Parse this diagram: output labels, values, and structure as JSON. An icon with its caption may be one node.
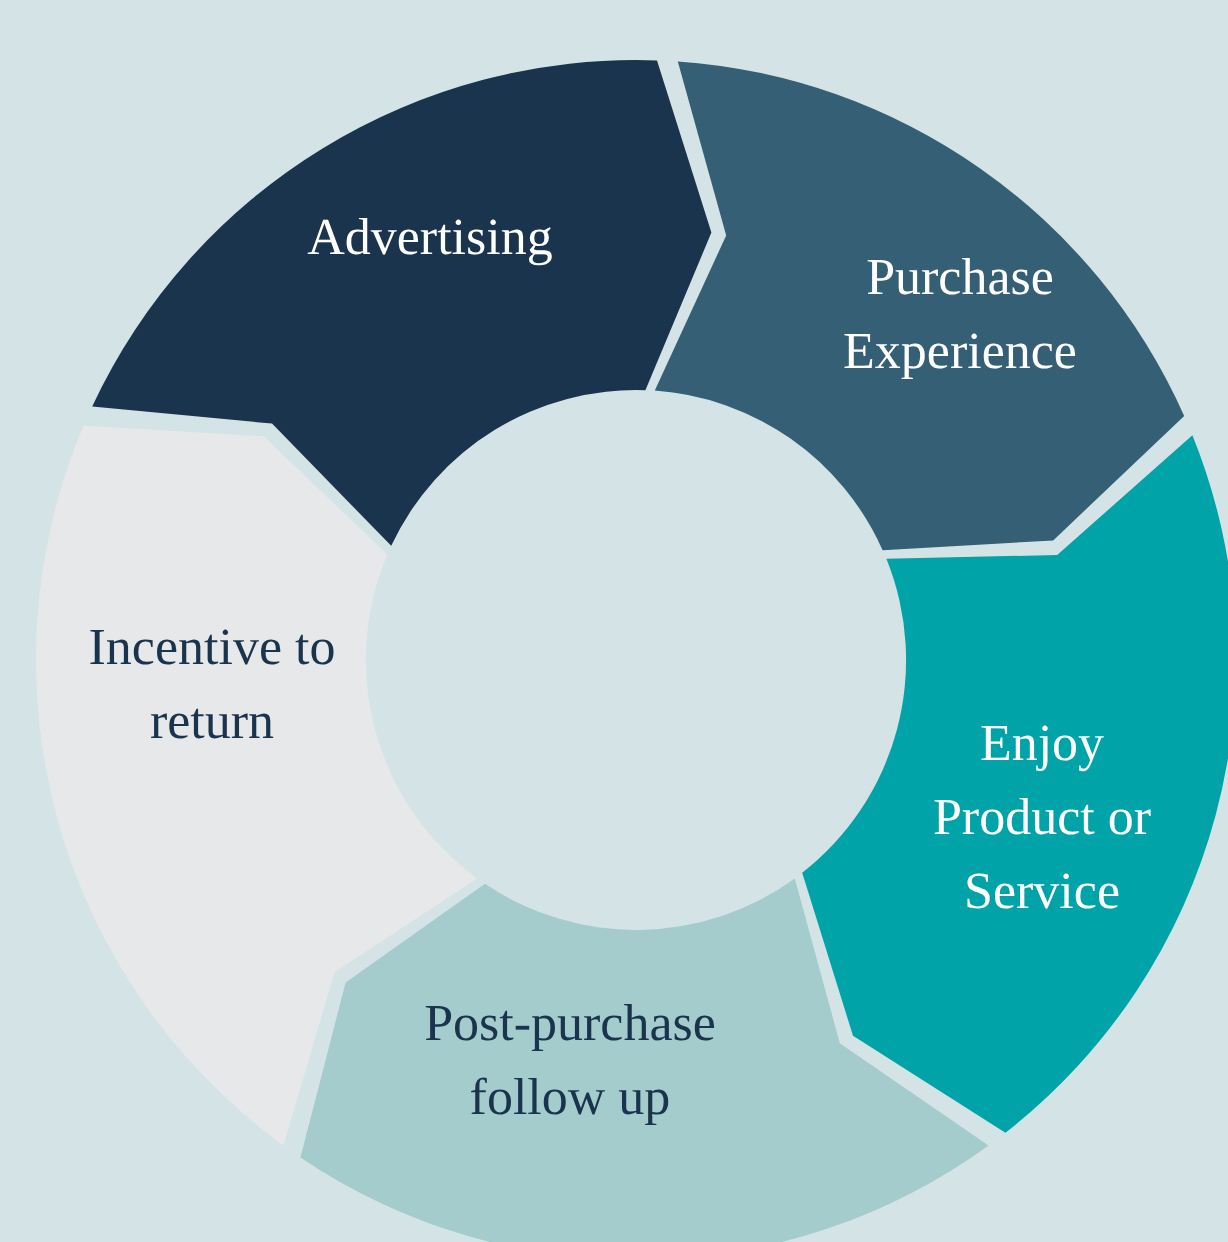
{
  "diagram": {
    "nodes": [
      {
        "text": [
          "Advertising"
        ]
      },
      {
        "text": [
          "Purchase Experience"
        ]
      },
      {
        "text": [
          "Enjoy Product or Service"
        ]
      },
      {
        "text": [
          "Post-purchase follow up"
        ]
      },
      {
        "text": [
          "Incentive to return"
        ]
      }
    ]
  }
}
